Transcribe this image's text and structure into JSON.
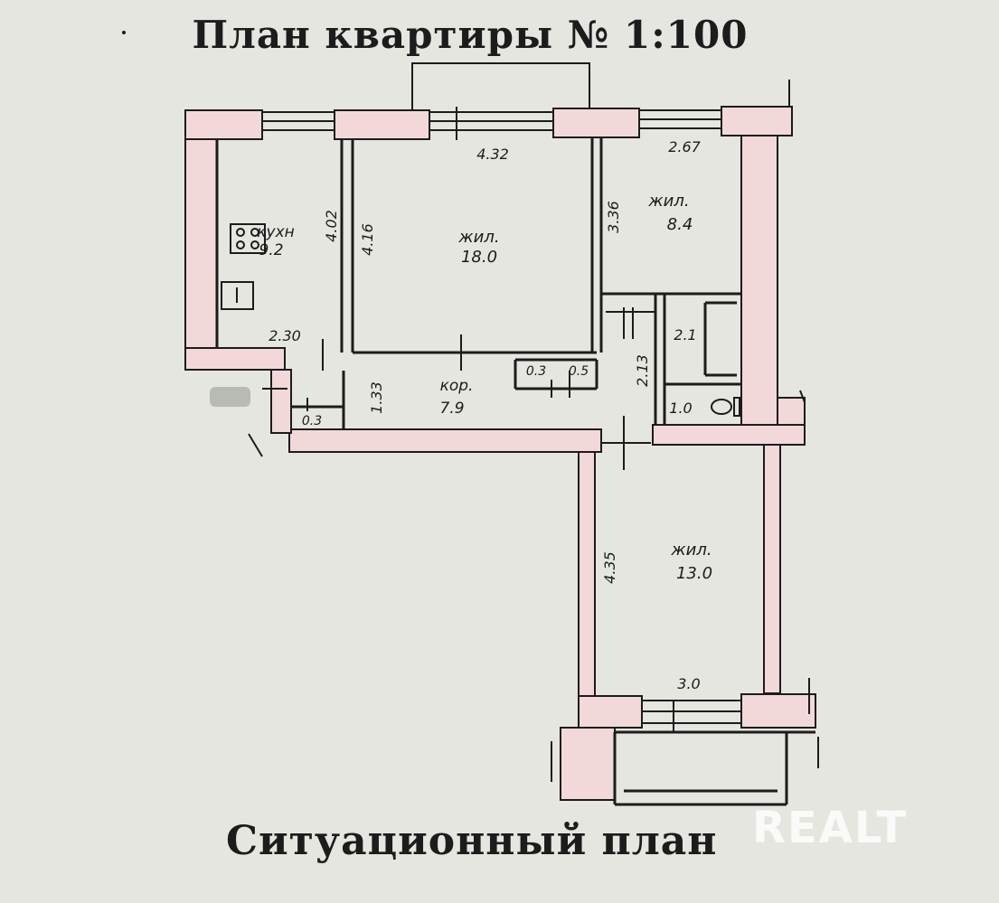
{
  "title": "План квартиры № 1:100",
  "subtitle": "Ситуационный план",
  "watermark": "REALT",
  "colors": {
    "background": "#e4e6df",
    "wall_fill": "#f3d8da",
    "ink": "#1c1c1c"
  },
  "rooms": {
    "kitchen": {
      "name": "кухн",
      "area": "9.2"
    },
    "living_big": {
      "name": "жил.",
      "area": "18.0"
    },
    "living_small": {
      "name": "жил.",
      "area": "8.4"
    },
    "corridor": {
      "name": "кор.",
      "area": "7.9"
    },
    "living_bottom": {
      "name": "жил.",
      "area": "13.0"
    },
    "bath": {
      "area": "2.1"
    },
    "wc": {
      "area": "1.0"
    },
    "closet_a": {
      "area": "0.3"
    },
    "closet_b": {
      "area": "0.5"
    },
    "closet_c": {
      "area": "0.3"
    }
  },
  "dimensions": {
    "big_room_width": "4.32",
    "small_room_width": "2.67",
    "kitchen_height": "4.02",
    "big_room_height": "4.16",
    "small_room_height": "3.36",
    "kitchen_width": "2.30",
    "corridor_height": "1.33",
    "bath_height": "2.13",
    "bottom_room_height": "4.35",
    "bottom_room_width": "3.0"
  }
}
